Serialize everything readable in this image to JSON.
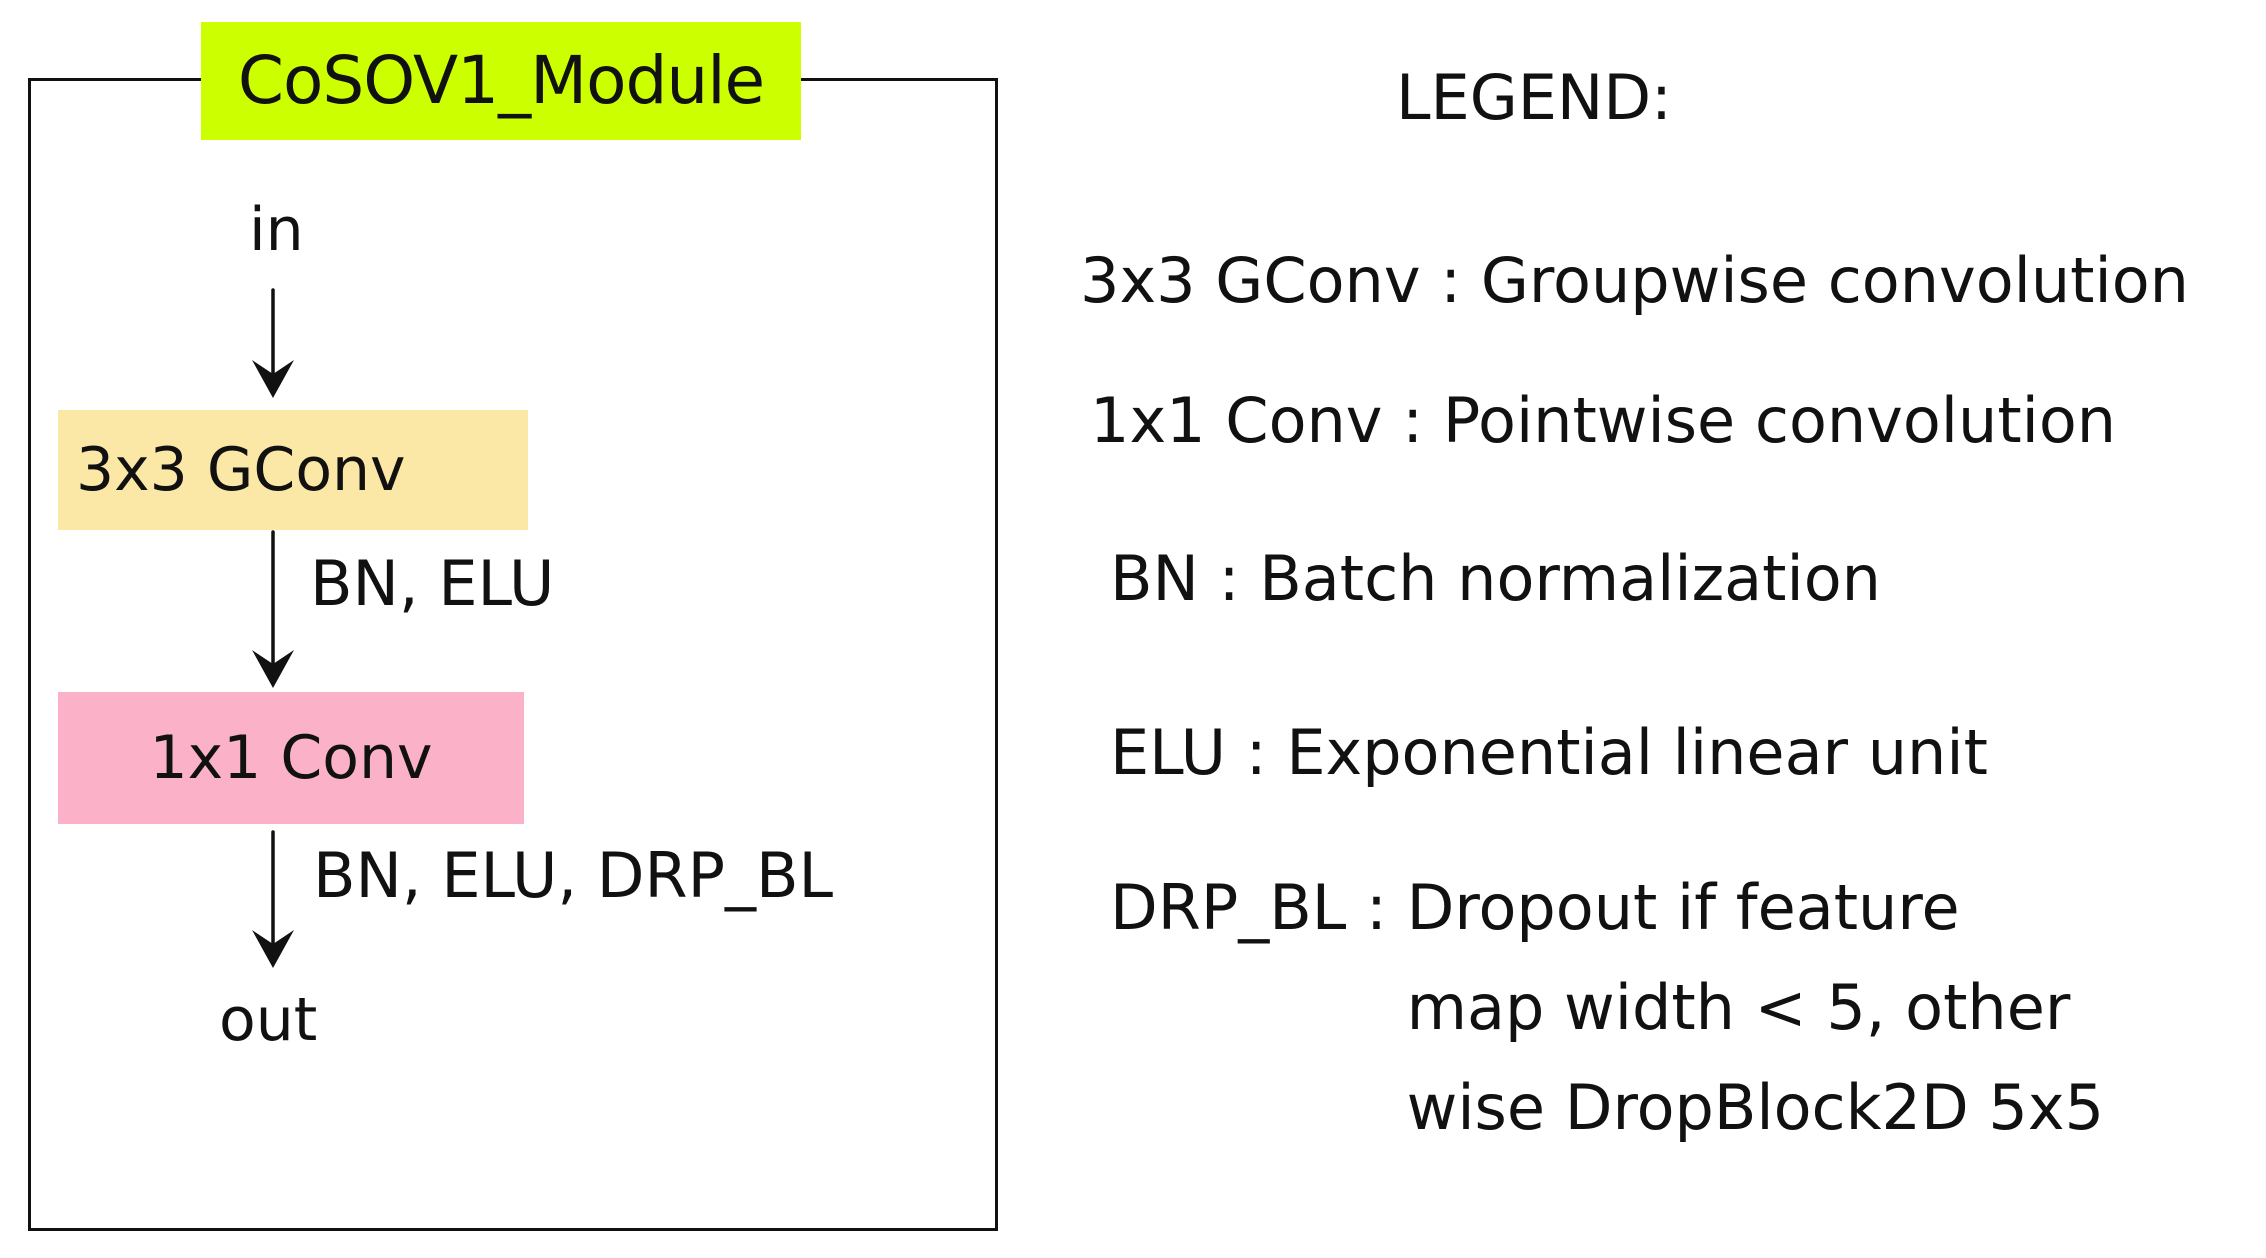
{
  "module": {
    "title": "CoSOV1_Module",
    "title_bg": "#ccff00",
    "input_label": "in",
    "output_label": "out",
    "blocks": [
      {
        "label": "3x3 GConv",
        "bg": "#fbe8a6"
      },
      {
        "label": "1x1 Conv",
        "bg": "#fbb2c8"
      }
    ],
    "edges": [
      {
        "label": ""
      },
      {
        "label": "BN, ELU"
      },
      {
        "label": "BN, ELU, DRP_BL"
      }
    ]
  },
  "legend": {
    "heading": "LEGEND:",
    "items": [
      {
        "term": "3x3 GConv",
        "separator": " : ",
        "definition": "Groupwise convolution"
      },
      {
        "term": "1x1 Conv",
        "separator": " : ",
        "definition": "Pointwise convolution"
      },
      {
        "term": "BN",
        "separator": " : ",
        "definition": "Batch normalization"
      },
      {
        "term": "ELU",
        "separator": " : ",
        "definition": "Exponential linear unit"
      },
      {
        "term": "DRP_BL",
        "separator": " : ",
        "definition_lines": [
          "Dropout if feature",
          "map width < 5, other",
          "wise DropBlock2D 5x5"
        ]
      }
    ]
  }
}
